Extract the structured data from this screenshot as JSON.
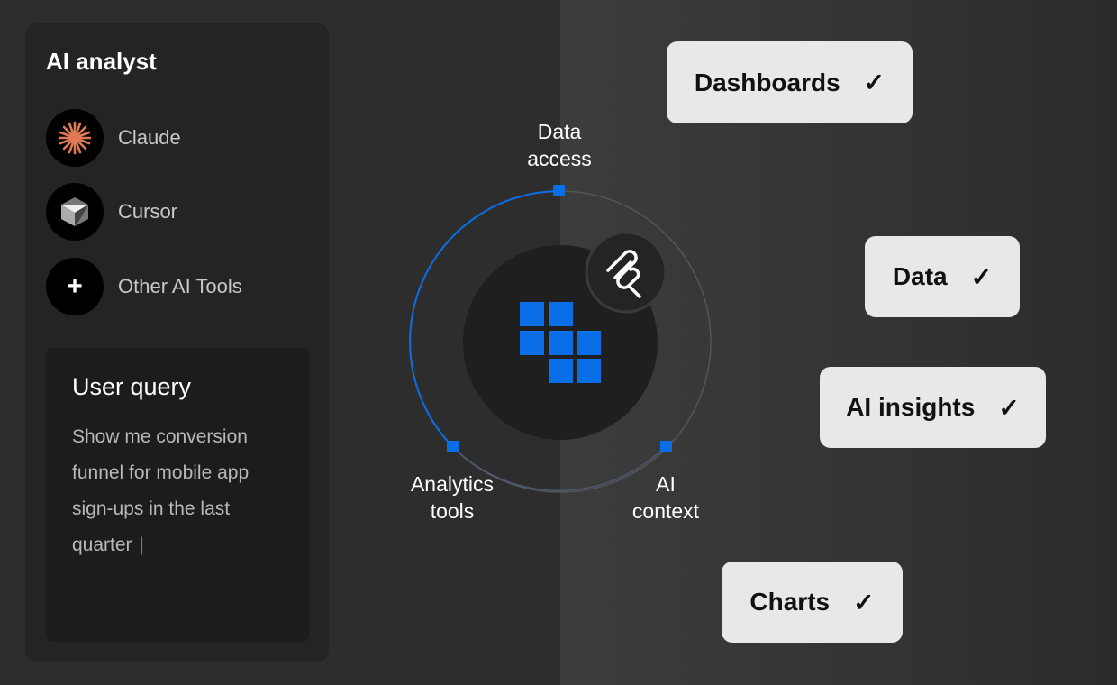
{
  "panel": {
    "title": "AI analyst",
    "items": [
      {
        "label": "Claude",
        "icon": "claude-icon"
      },
      {
        "label": "Cursor",
        "icon": "cursor-icon"
      },
      {
        "label": "Other AI Tools",
        "icon": "plus-icon"
      }
    ],
    "query": {
      "title": "User query",
      "text": "Show me conversion funnel for mobile app sign-ups in the last quarter",
      "caret": "|"
    }
  },
  "diagram": {
    "nodes": {
      "top": [
        "Data",
        "access"
      ],
      "left": [
        "Analytics",
        "tools"
      ],
      "right": [
        "AI",
        "context"
      ]
    },
    "accent": "#0a6fe6"
  },
  "outputs": [
    {
      "label": "Dashboards"
    },
    {
      "label": "Data"
    },
    {
      "label": "AI insights"
    },
    {
      "label": "Charts"
    }
  ]
}
